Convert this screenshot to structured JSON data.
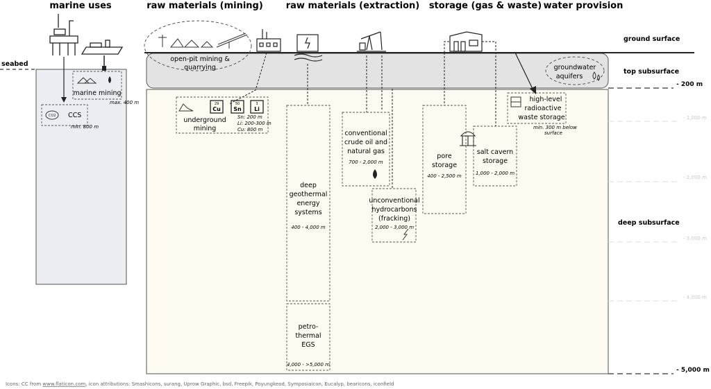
{
  "headers": {
    "marine": "marine uses",
    "mining": "raw materials (mining)",
    "extraction": "raw materials (extraction)",
    "storage": "storage (gas & waste)",
    "water": "water provision"
  },
  "layers": {
    "ground": "ground surface",
    "top": "top subsurface",
    "deep": "deep subsurface",
    "seabed": "seabed"
  },
  "depths": {
    "d200": "- 200 m",
    "d1000": "- 1,000 m",
    "d2000": "- 2,000 m",
    "d3000": "- 3,000 m",
    "d4000": "- 4,000 m",
    "d5000": "- 5,000 m"
  },
  "uses": {
    "openpit": [
      "open-pit mining &",
      "quarrying"
    ],
    "groundwater": [
      "groundwater",
      "aquifers"
    ],
    "marine_mining": "marine mining",
    "marine_mining_depth": "max. 400 m",
    "ccs": "CCS",
    "ccs_depth": "min. 800 m",
    "underground": [
      "underground",
      "mining"
    ],
    "underground_depths": [
      "Sn: 200 m",
      "Li: 200-300 m",
      "Cu: 800 m"
    ],
    "elements": [
      {
        "num": "29",
        "sym": "Cu"
      },
      {
        "num": "50",
        "sym": "Sn"
      },
      {
        "num": "3",
        "sym": "Li"
      }
    ],
    "deep_geo": [
      "deep",
      "geothermal",
      "energy",
      "systems"
    ],
    "deep_geo_depth": "400 - 4,000 m",
    "petro": [
      "petro-",
      "thermal",
      "EGS"
    ],
    "petro_depth": "4,000 - >5,000 m",
    "crude": [
      "conventional",
      "crude oil and",
      "natural gas"
    ],
    "crude_depth": "700 - 2,000 m",
    "frack": [
      "unconventional",
      "hydrocarbons",
      "(fracking)"
    ],
    "frack_depth": "2,000 - 3,000 m",
    "pore": [
      "pore",
      "storage"
    ],
    "pore_depth": "400 - 2,500 m",
    "salt": [
      "salt cavern",
      "storage"
    ],
    "salt_depth": "1,000 - 2,000 m",
    "waste": [
      "high-level",
      "radioactive",
      "waste storage"
    ],
    "waste_depth": [
      "min. 300 m below",
      "surface"
    ]
  },
  "footer": {
    "prefix": "Icons: CC from ",
    "link": "www.flaticon.com",
    "suffix": ", icon attributions: Smashicons, surang, Uprow Graphic, bsd, Freepik, Poyungkeod, Symposiaicon, Eucalyp, bearicons, iconfield"
  },
  "colors": {
    "sea": "#ecedf3",
    "top": "#e3e3e3",
    "deep": "#fdfbf1",
    "line": "#222222"
  }
}
